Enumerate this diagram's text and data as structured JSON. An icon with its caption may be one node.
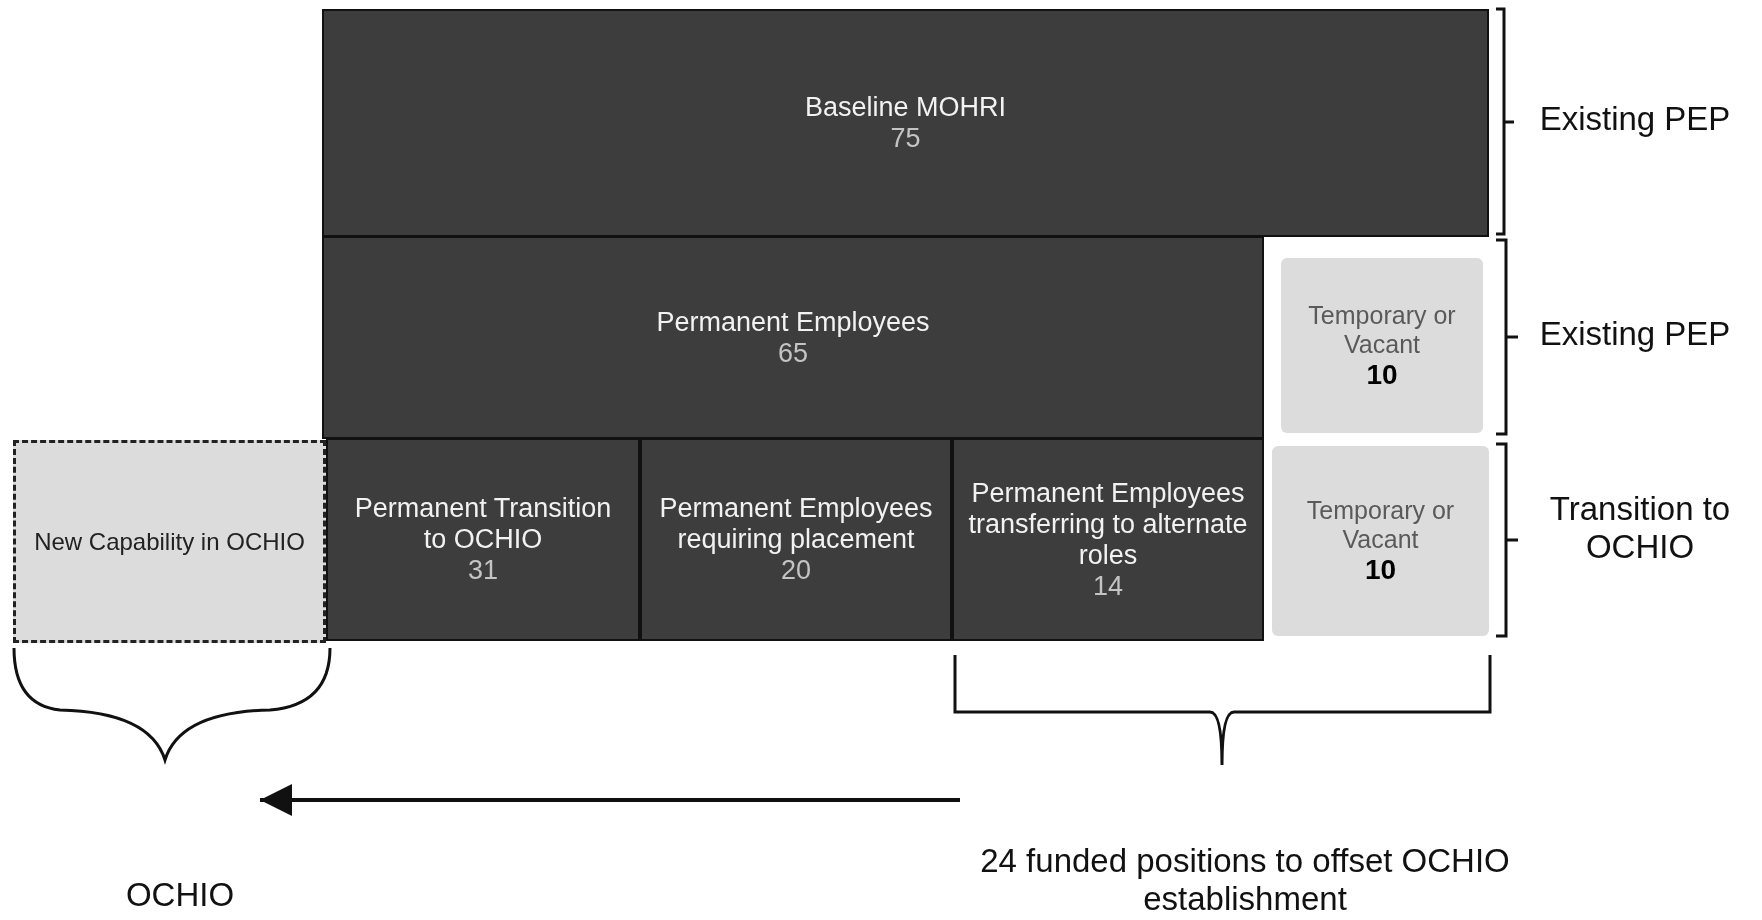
{
  "diagram": {
    "nodes": [
      {
        "text": [
          "Baseline MOHRI",
          "75"
        ]
      },
      {
        "text": [
          "Permanent Employees",
          "65"
        ]
      },
      {
        "text": [
          "Temporary or Vacant",
          "10"
        ]
      },
      {
        "text": [
          "New Capability in OCHIO"
        ]
      },
      {
        "text": [
          "Permanent Transition to OCHIO",
          "31"
        ]
      },
      {
        "text": [
          "Permanent Employees requiring placement",
          "20"
        ]
      },
      {
        "text": [
          "Permanent Employees transferring to alternate roles",
          "14"
        ]
      },
      {
        "text": [
          "Temporary or Vacant",
          "10"
        ]
      },
      {
        "text": [
          "24 funded positions to offset OCHIO establishment"
        ]
      },
      {
        "text": [
          "OCHIO"
        ]
      }
    ],
    "edges": [
      {
        "from": 8,
        "to": 9,
        "arrow": "to"
      }
    ],
    "labels": [
      "Existing PEP",
      "Existing PEP",
      "Transition to OCHIO"
    ]
  }
}
